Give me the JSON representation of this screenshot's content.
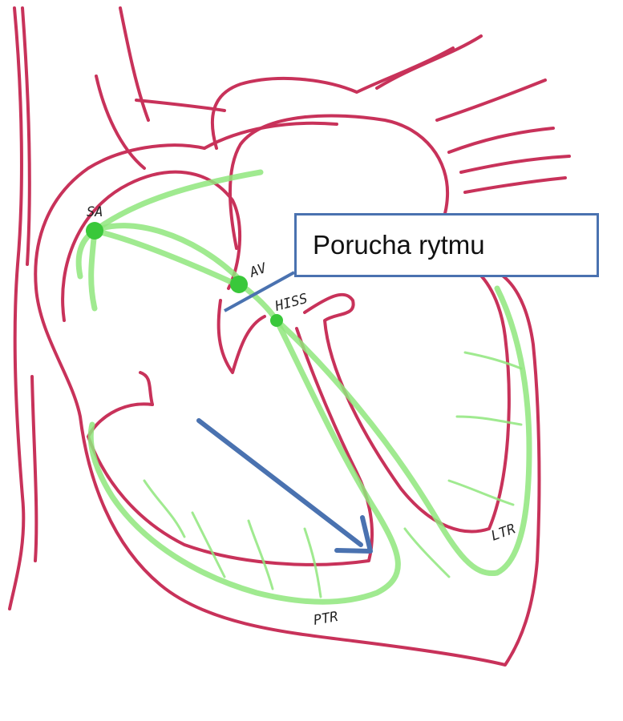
{
  "diagram": {
    "labels": {
      "sa": "SA",
      "av": "AV",
      "hiss": "HISS",
      "ptr": "PTR",
      "ltr": "LTR"
    },
    "callout": {
      "text": "Porucha rytmu"
    },
    "colors": {
      "outline": "#c8325a",
      "conduction": "#8fe67d",
      "node": "#39c83a",
      "arrow": "#4a72b0"
    }
  }
}
